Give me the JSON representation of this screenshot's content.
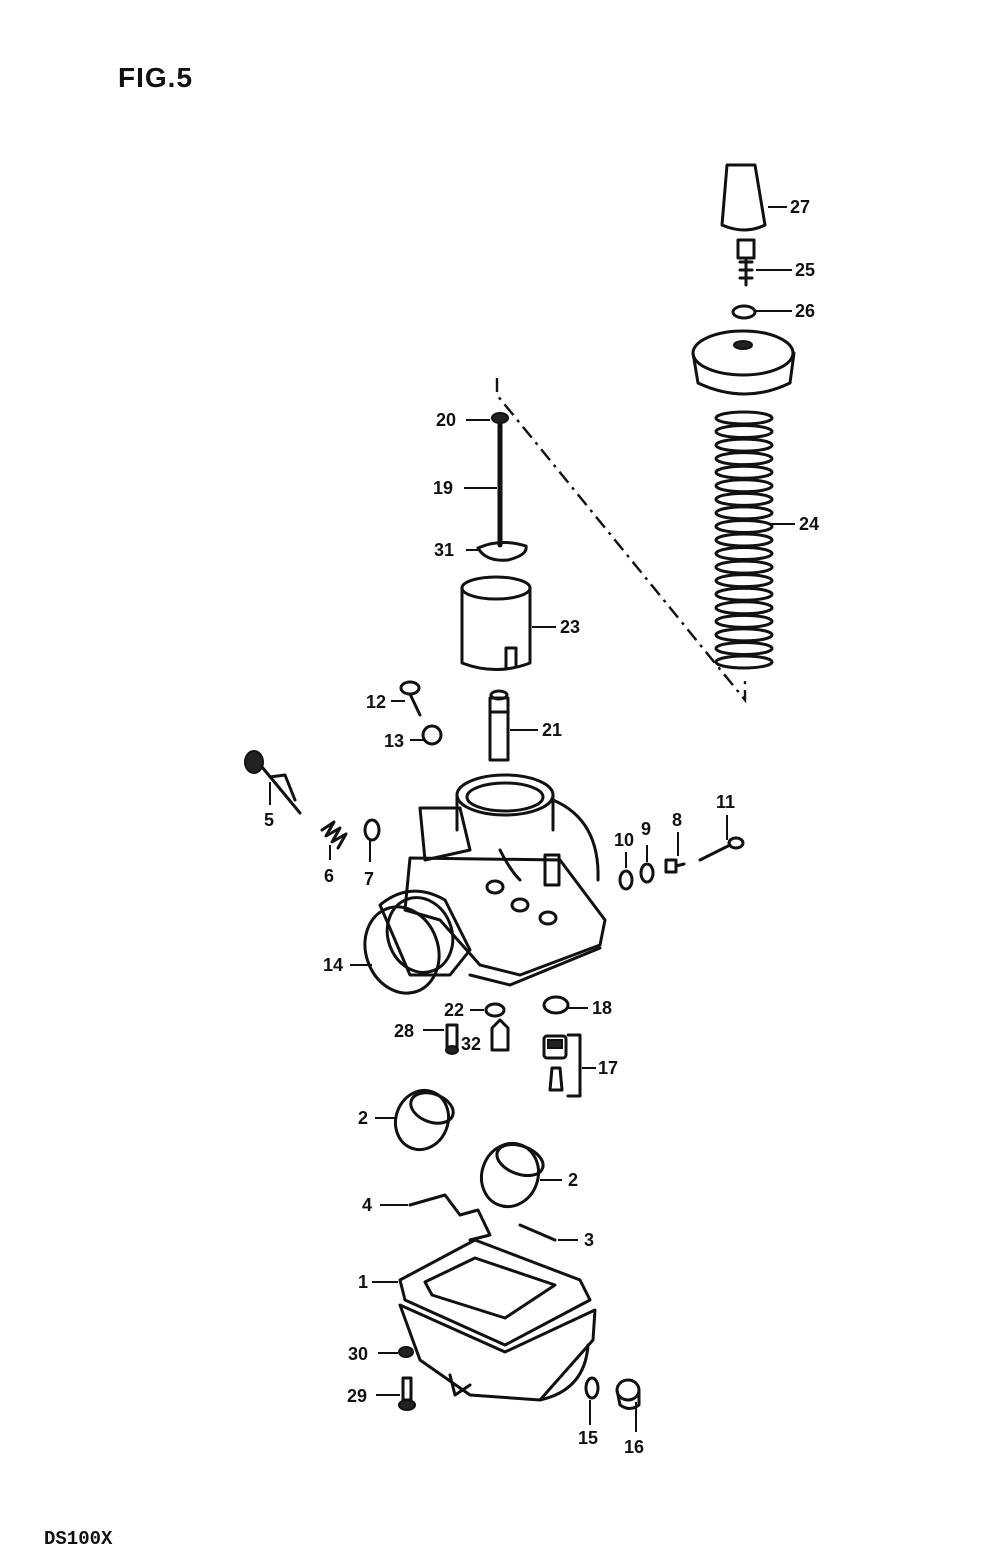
{
  "figure": {
    "title": "FIG.5",
    "model": "DS100X"
  },
  "callouts": [
    {
      "label": "27"
    },
    {
      "label": "25"
    },
    {
      "label": "26"
    },
    {
      "label": "24"
    },
    {
      "label": "20"
    },
    {
      "label": "19"
    },
    {
      "label": "31"
    },
    {
      "label": "23"
    },
    {
      "label": "12"
    },
    {
      "label": "13"
    },
    {
      "label": "21"
    },
    {
      "label": "5"
    },
    {
      "label": "6"
    },
    {
      "label": "7"
    },
    {
      "label": "10"
    },
    {
      "label": "9"
    },
    {
      "label": "8"
    },
    {
      "label": "11"
    },
    {
      "label": "14"
    },
    {
      "label": "22"
    },
    {
      "label": "18"
    },
    {
      "label": "28"
    },
    {
      "label": "32"
    },
    {
      "label": "17"
    },
    {
      "label": "2"
    },
    {
      "label": "2"
    },
    {
      "label": "4"
    },
    {
      "label": "3"
    },
    {
      "label": "1"
    },
    {
      "label": "30"
    },
    {
      "label": "29"
    },
    {
      "label": "15"
    },
    {
      "label": "16"
    }
  ]
}
